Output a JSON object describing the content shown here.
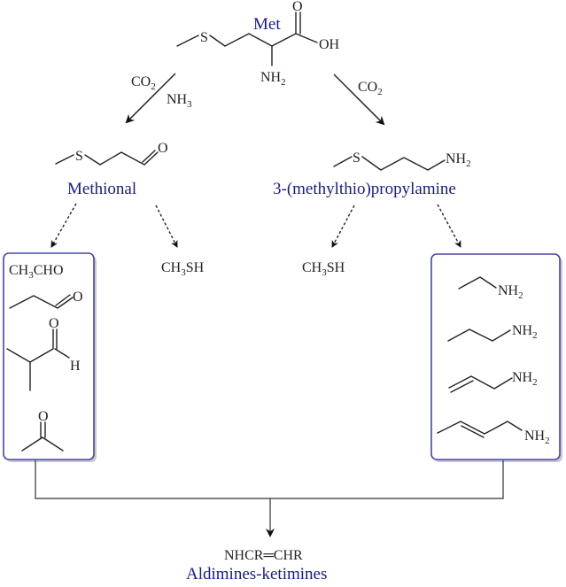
{
  "diagram": {
    "top": {
      "compound_label": "Met",
      "atoms": {
        "s": "S",
        "o": "O",
        "oh": "OH",
        "nh2_n": "NH",
        "nh2_sub": "2"
      }
    },
    "left_arrow": {
      "reagent1_main": "CO",
      "reagent1_sub": "2",
      "reagent2_main": "NH",
      "reagent2_sub": "3"
    },
    "right_arrow": {
      "reagent1_main": "CO",
      "reagent1_sub": "2"
    },
    "methional": {
      "label": "Methional",
      "atoms": {
        "s": "S",
        "o": "O"
      }
    },
    "mtpa": {
      "label": "3-(methylthio)propylamine",
      "atoms": {
        "s": "S",
        "n": "NH",
        "n_sub": "2"
      }
    },
    "left_box": {
      "items": [
        {
          "main": "CH",
          "sub": "3",
          "rest": "CHO"
        },
        {
          "atom": "O"
        },
        {
          "atom_o": "O",
          "atom_h": "H"
        },
        {
          "atom": "O"
        }
      ]
    },
    "thiol_left": {
      "main": "CH",
      "sub": "3",
      "rest": "SH"
    },
    "thiol_right": {
      "main": "CH",
      "sub": "3",
      "rest": "SH"
    },
    "right_box": {
      "items": [
        {
          "n": "NH",
          "sub": "2"
        },
        {
          "n": "NH",
          "sub": "2"
        },
        {
          "n": "NH",
          "sub": "2"
        },
        {
          "n": "NH",
          "sub": "2"
        }
      ]
    },
    "product": {
      "formula_left": "NHCR",
      "formula_bond": "═",
      "formula_right": "CHR",
      "label": "Aldimines-ketimines"
    }
  }
}
